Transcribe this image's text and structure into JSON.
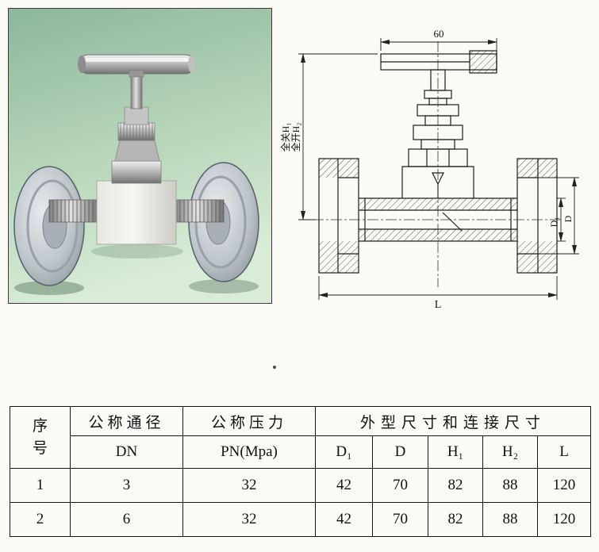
{
  "drawing": {
    "dim_width": "60",
    "label_closed_height": "全关H₁",
    "label_open_height": "全开H₂",
    "label_d1": "D₁",
    "label_d": "D",
    "label_length": "L"
  },
  "table": {
    "headers": {
      "serial": "序号",
      "nominal_diameter": "公称通径",
      "nominal_pressure": "公称压力",
      "dimensions_group": "外型尺寸和连接尺寸",
      "dn": "DN",
      "pn": "PN(Mpa)",
      "d1": "D₁",
      "d": "D",
      "h1": "H₁",
      "h2": "H₂",
      "l": "L"
    },
    "rows": [
      [
        "1",
        "3",
        "32",
        "42",
        "70",
        "82",
        "88",
        "120"
      ],
      [
        "2",
        "6",
        "32",
        "42",
        "70",
        "82",
        "88",
        "120"
      ]
    ]
  }
}
